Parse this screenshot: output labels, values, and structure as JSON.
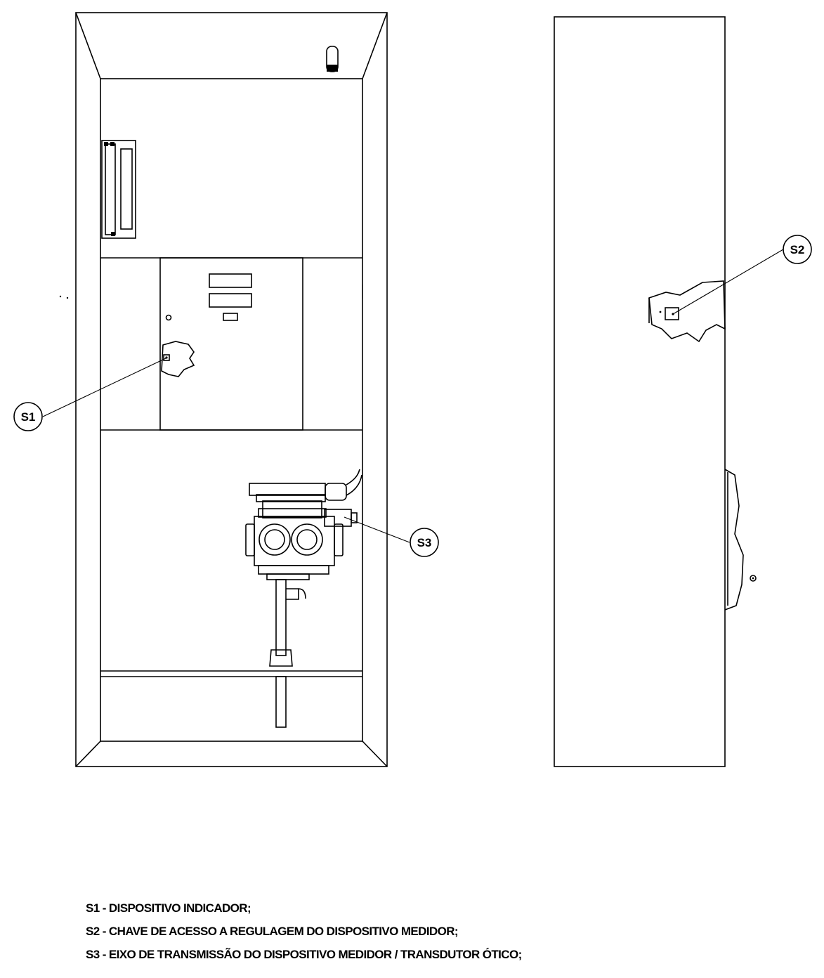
{
  "callouts": {
    "s1": "S1",
    "s2": "S2",
    "s3": "S3"
  },
  "legend": [
    "S1 - DISPOSITIVO INDICADOR;",
    "S2 - CHAVE DE ACESSO A REGULAGEM DO DISPOSITIVO MEDIDOR;",
    "S3 - EIXO DE TRANSMISSÃO DO DISPOSITIVO MEDIDOR / TRANSDUTOR ÓTICO;"
  ]
}
